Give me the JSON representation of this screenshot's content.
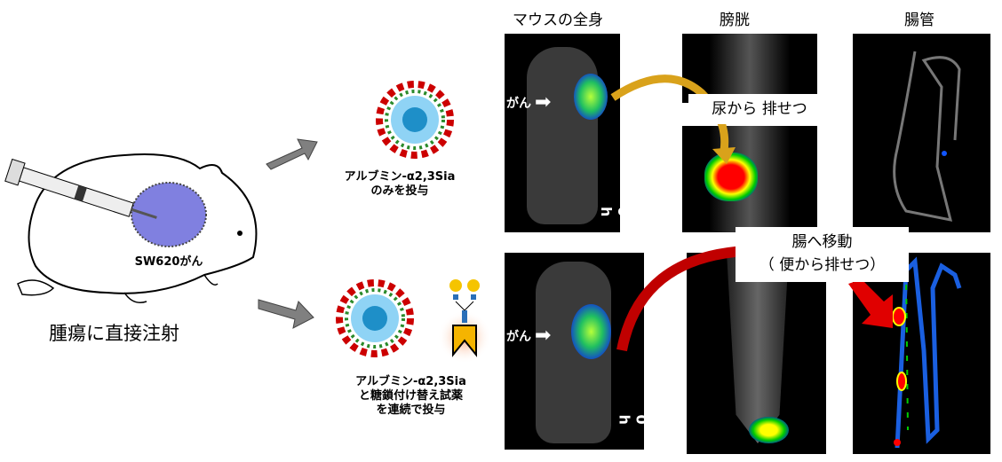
{
  "left": {
    "tumor_label": "SW620がん",
    "injection_label": "腫瘍に直接注射"
  },
  "top_condition": {
    "caption_line1": "アルブミン-α2,3Sia",
    "caption_line2": "のみを投与"
  },
  "bottom_condition": {
    "caption_line1": "アルブミン-α2,3Sia",
    "caption_line2": "と糖鎖付け替え試薬",
    "caption_line3": "を連続で投与"
  },
  "columns": {
    "whole_body": "マウスの全身",
    "bladder": "膀胱",
    "intestine": "腸管"
  },
  "panels": {
    "cancer_label": "がん",
    "time_label": "0 h"
  },
  "callouts": {
    "urine": "尿から 排せつ",
    "intestine_line1": "腸へ移動",
    "intestine_line2": "（ 便から排せつ）"
  },
  "colors": {
    "arrow_gray": "#808080",
    "urine_arrow": "#d9a21b",
    "feces_arrow": "#c00000",
    "tumor": "#8080e0"
  }
}
